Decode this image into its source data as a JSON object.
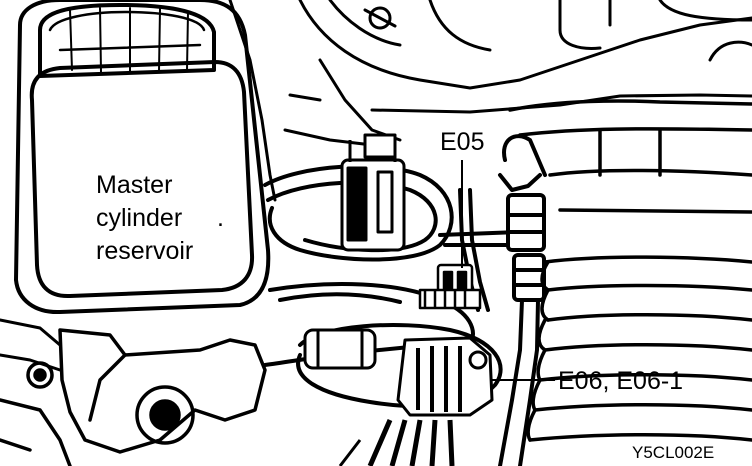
{
  "diagram": {
    "labels": {
      "reservoir_line1": "Master",
      "reservoir_line2": "cylinder",
      "reservoir_line3": "reservoir",
      "connector_a": "E05",
      "connector_b": "E06, E06-1",
      "figure_code": "Y5CL002E"
    },
    "colors": {
      "ink": "#000000",
      "paper": "#ffffff"
    }
  }
}
